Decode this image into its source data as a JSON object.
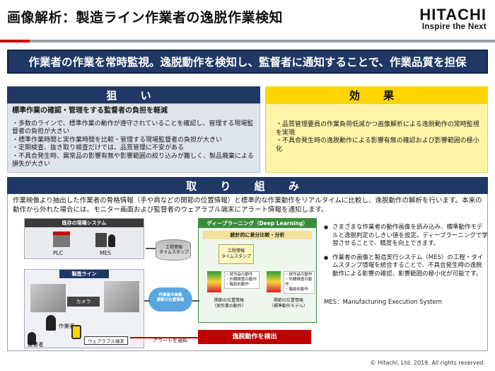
{
  "title": "画像解析：製造ライン作業者の逸脱作業検知",
  "logo": {
    "brand": "HITACHI",
    "tagline": "Inspire the Next"
  },
  "banner": "作業者の作業を常時監視。逸脱動作を検知し、監督者に通知することで、作業品質を担保",
  "aim": {
    "heading": "狙 い",
    "lead": "標準作業の確認・管理をする監督者の負担を軽減",
    "items": [
      "・多数のラインで、標準作業の動作が遵守されていることを確認し、管理する現場監督者の負担が大きい",
      "・標準作業時間と実作業時間を比較・管理する現場監督者の負担が大きい",
      "・定期検査、抜き取り検査だけでは、品質管理に不安がある",
      "・不具合発生時、異常品の影響有無や影響範囲の絞り込みが難しく、製品廃棄による損失が大きい"
    ]
  },
  "effect": {
    "heading": "効 果",
    "items": [
      "・品質管理要員の作業負荷低減かつ画像解析による逸脱動作の常時監視を実現",
      "・不具合発生時の逸脱動作による影響有無の確認および影響範囲の極小化"
    ]
  },
  "action": {
    "heading": "取 り 組 み",
    "description": "作業映像より抽出した作業者の骨格情報（手や肩などの関節の位置情報）と標準的な作業動作をリアルタイムに比較し、逸脱動作の解析を行います。本来の動作から外れた場合には、モニター画面および監督者のウェアラブル端末にアラート情報を通知します。"
  },
  "diagram": {
    "existing_system": "既存の現場システム",
    "plc": "PLC",
    "mes": "MES",
    "db_label": "工程情報\nタイムスタンプ",
    "deep_learning": "ディープラーニング（Deep Learning）",
    "stat_compare": "統計的に差分比較・分析",
    "process_info": "工程情報\nタイムスタンプ",
    "motion_list": [
      "・試作品の動作",
      "・外観検査の動作",
      "・箱詰め動作"
    ],
    "motion_list2": [
      "・試作品の動作",
      "・外観検査の動作",
      "・箱詰め動作"
    ],
    "joint_pos": "関節の位置情報\n（実作業の動作）",
    "joint_pos_std": "関節の位置情報\n（標準動作モデル）",
    "line": "製造ライン",
    "camera": "カメラ",
    "worker": "作業者",
    "supervisor": "監督者",
    "cloud": "作業者の画像\n関節の位置情報",
    "wearable": "ウェアラブル端末",
    "alert": "アラートを通知",
    "detect": "逸脱動作を検出"
  },
  "bullets": [
    "さまざまな作業者の動作画像を読み込み、標準動作モデルと逸脱判定のしきい値を設定。ディープラーニングで学習させることで、精度を向上できます。",
    "作業者の画像と製造実行システム（MES）の工程・タイムスタンプ情報を統合することで、不具合発生時の逸脱動作による影響の確認、影響範囲の極小化が可能です。"
  ],
  "mes_note": "MES：Manufacturing Execution System",
  "copyright": "© Hitachi, Ltd. 2019. All rights reserved.",
  "colors": {
    "navy": "#1f3864",
    "yellow": "#ffd400",
    "red": "#c00000",
    "green": "#3b8d3b"
  }
}
